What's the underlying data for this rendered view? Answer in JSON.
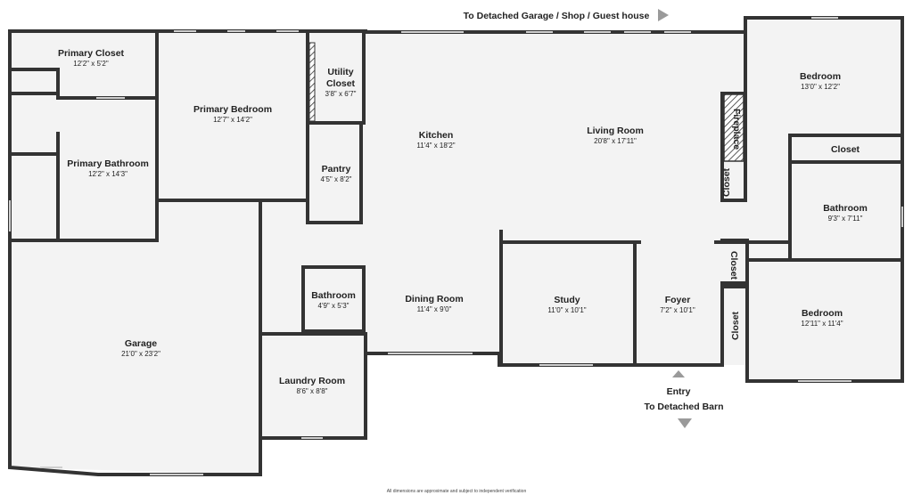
{
  "colors": {
    "floor": "#f3f3f3",
    "wall": "#333333",
    "window": "#cfcfcf",
    "arrow": "#9a9a9a"
  },
  "navigation": {
    "top_link": "To Detached Garage / Shop / Guest house",
    "entry": "Entry",
    "barn_link": "To Detached Barn"
  },
  "rooms": {
    "primary_closet": {
      "name": "Primary Closet",
      "dims": "12'2\" x 5'2\""
    },
    "primary_bedroom": {
      "name": "Primary Bedroom",
      "dims": "12'7\" x 14'2\""
    },
    "utility_closet": {
      "name_line1": "Utility",
      "name_line2": "Closet",
      "dims": "3'8\" x 6'7\""
    },
    "primary_bathroom": {
      "name": "Primary Bathroom",
      "dims": "12'2\" x 14'3\""
    },
    "pantry": {
      "name": "Pantry",
      "dims": "4'5\" x 8'2\""
    },
    "kitchen": {
      "name": "Kitchen",
      "dims": "11'4\" x 18'2\""
    },
    "living_room": {
      "name": "Living Room",
      "dims": "20'8\" x 17'11\""
    },
    "bedroom_1": {
      "name": "Bedroom",
      "dims": "13'0\" x 12'2\""
    },
    "fireplace": {
      "name": "Fireplace"
    },
    "closet_1": {
      "name": "Closet"
    },
    "closet_2": {
      "name": "Closet"
    },
    "bathroom_1": {
      "name": "Bathroom",
      "dims": "9'3\" x 7'11\""
    },
    "bathroom_2": {
      "name": "Bathroom",
      "dims": "4'9\" x 5'3\""
    },
    "dining_room": {
      "name": "Dining Room",
      "dims": "11'4\" x 9'0\""
    },
    "study": {
      "name": "Study",
      "dims": "11'0\" x 10'1\""
    },
    "foyer": {
      "name": "Foyer",
      "dims": "7'2\" x 10'1\""
    },
    "closet_3": {
      "name": "Closet"
    },
    "closet_4": {
      "name": "Closet"
    },
    "bedroom_2": {
      "name": "Bedroom",
      "dims": "12'11\" x 11'4\""
    },
    "garage": {
      "name": "Garage",
      "dims": "21'0\" x 23'2\""
    },
    "laundry_room": {
      "name": "Laundry Room",
      "dims": "8'6\" x 8'8\""
    }
  },
  "footnote": "All dimensions are approximate and subject to independent verification"
}
